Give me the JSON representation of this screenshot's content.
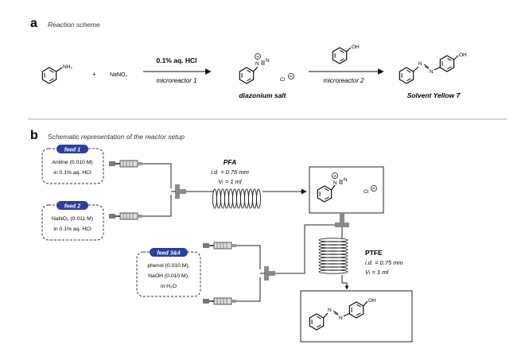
{
  "panel_a": {
    "letter": "a",
    "title": "Reaction scheme",
    "aniline_nh2": "NH₂",
    "plus": "+",
    "nitrite": "NaNO₂",
    "arrow1_top": "0.1% aq. HCl",
    "arrow1_bottom": "microreactor 1",
    "diazo_N2": "N",
    "diazo_N1": "N",
    "diazo_Cl": "Cl",
    "diazo_label": "diazonium salt",
    "phenol_oh": "OH",
    "arrow2_bottom": "microreactor 2",
    "azo_N1": "N",
    "azo_N2": "N",
    "azo_oh": "OH",
    "product_label": "Solvent Yellow 7"
  },
  "panel_b": {
    "letter": "b",
    "title": "Schematic representation of the reactor setup",
    "feed1": {
      "tag": "feed 1",
      "line1": "Aniline (0.010 M)",
      "line2": "in 0.1% aq. HCl"
    },
    "feed2": {
      "tag": "feed 2",
      "line1": "NaNO₂ (0.011 M)",
      "line2": "in 0.1% aq. HCl"
    },
    "feed34": {
      "tag": "feed 3&4",
      "line1": "phenol (0.010 M),",
      "line2": "NaOH (0.010 M),",
      "line3": "in H₂O"
    },
    "pfa": {
      "name": "PFA",
      "id": "i.d. = 0.76 mm",
      "vol": "Vᵣ = 1 ml"
    },
    "ptfe": {
      "name": "PTFE",
      "id": "i.d. = 0.75 mm",
      "vol": "Vᵣ = 1 ml"
    },
    "box1_N2": "N",
    "box1_N1": "N",
    "box1_Cl": "Cl",
    "box2_N1": "N",
    "box2_N2": "N",
    "box2_oh": "OH"
  },
  "colors": {
    "feed_tag": "#2a3f9e",
    "divider": "#c8c8c8",
    "mixer": "#8a8a8a"
  }
}
